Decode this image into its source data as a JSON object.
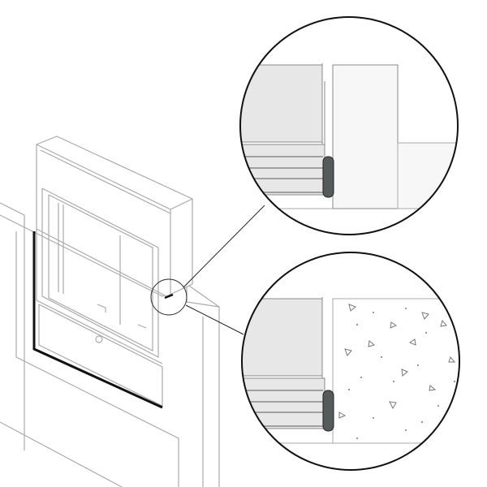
{
  "diagram": {
    "subject": "window-installation-detail",
    "details": [
      {
        "id": "detail-top",
        "wall": "plain-wall"
      },
      {
        "id": "detail-bottom",
        "wall": "concrete-wall"
      }
    ]
  },
  "colors": {
    "line": "#999999",
    "outline": "#111111",
    "frame_fill": "#e6e7e6",
    "wall_fill": "#f7f7f7",
    "seal": "#555b5a"
  }
}
